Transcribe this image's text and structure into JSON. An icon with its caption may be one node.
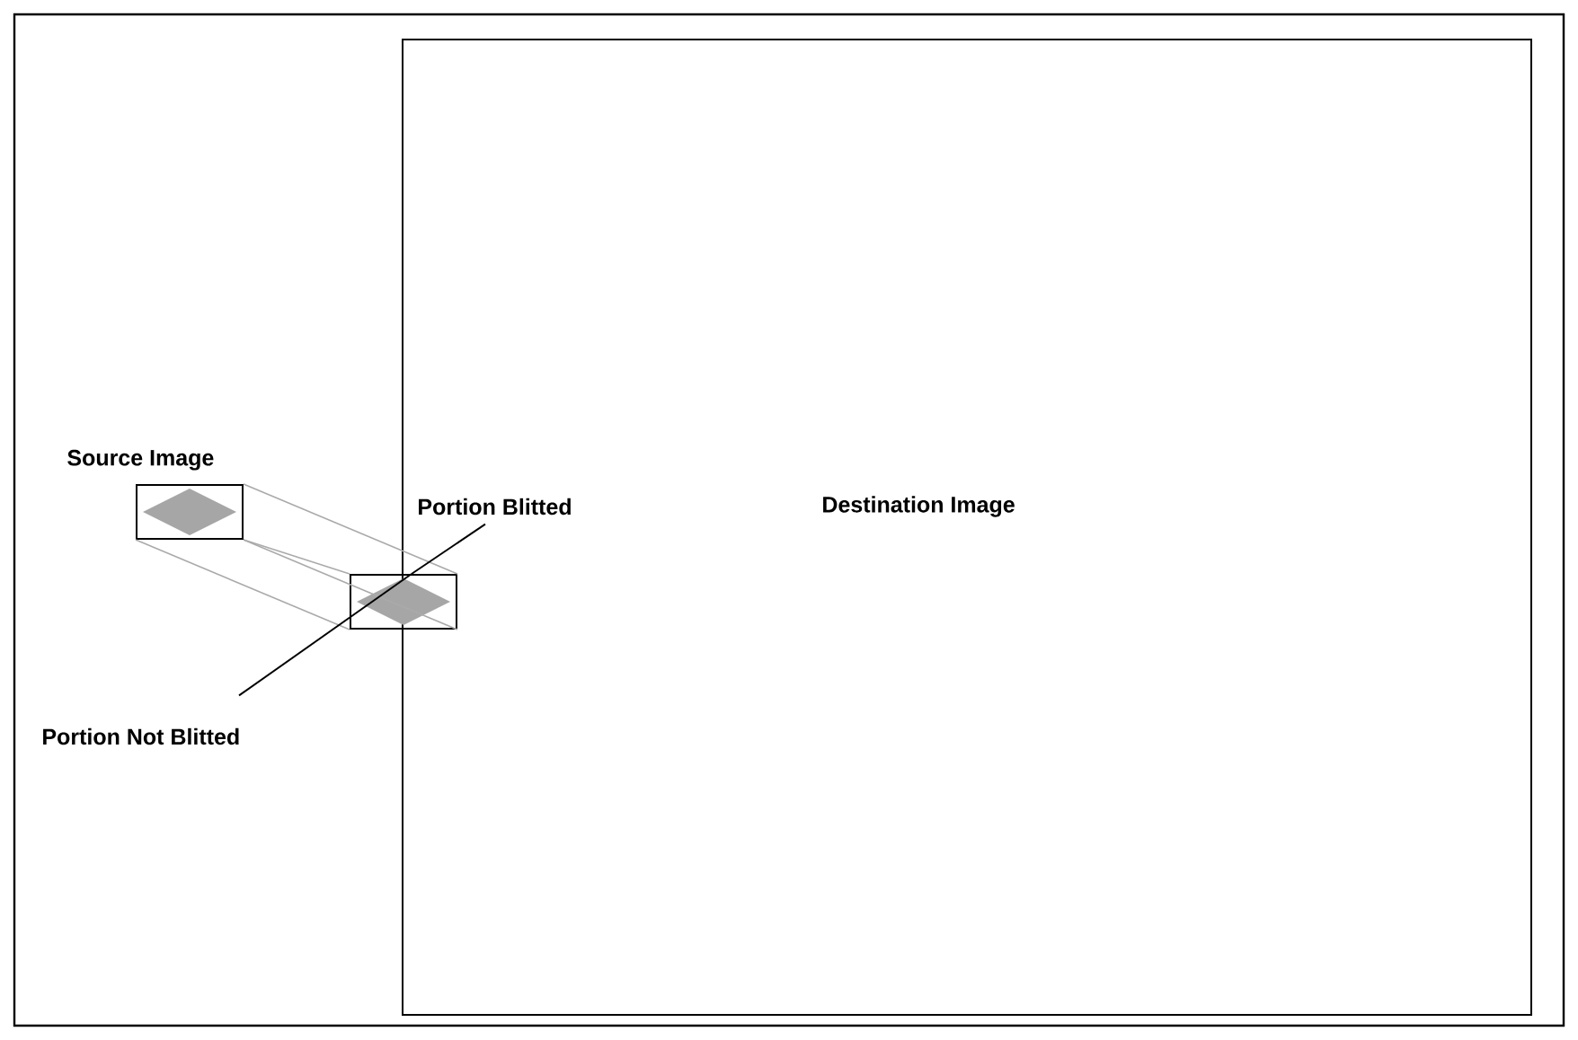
{
  "diagram": {
    "nodes": [
      {
        "text": [
          "Destination Image"
        ]
      },
      {
        "text": [
          "Source Image"
        ]
      },
      {
        "text": [],
        "shape": "box"
      },
      {
        "text": [
          "Portion Blitted"
        ],
        "in": 0
      },
      {
        "text": [
          "Portion Not Blitted"
        ]
      }
    ],
    "edges": [
      {
        "from": 1,
        "to": 2,
        "arrow": "none",
        "color": "#aaaaaa"
      },
      {
        "from": 1,
        "to": 2,
        "arrow": "none",
        "color": "#aaaaaa"
      },
      {
        "from": 1,
        "to": 2,
        "arrow": "none",
        "color": "#aaaaaa"
      },
      {
        "from": 1,
        "to": 2,
        "arrow": "none",
        "color": "#aaaaaa"
      },
      {
        "from": 3,
        "to": 2,
        "arrow": "none",
        "color": "#000000"
      },
      {
        "from": 4,
        "to": 2,
        "arrow": "none",
        "color": "#000000"
      }
    ]
  }
}
